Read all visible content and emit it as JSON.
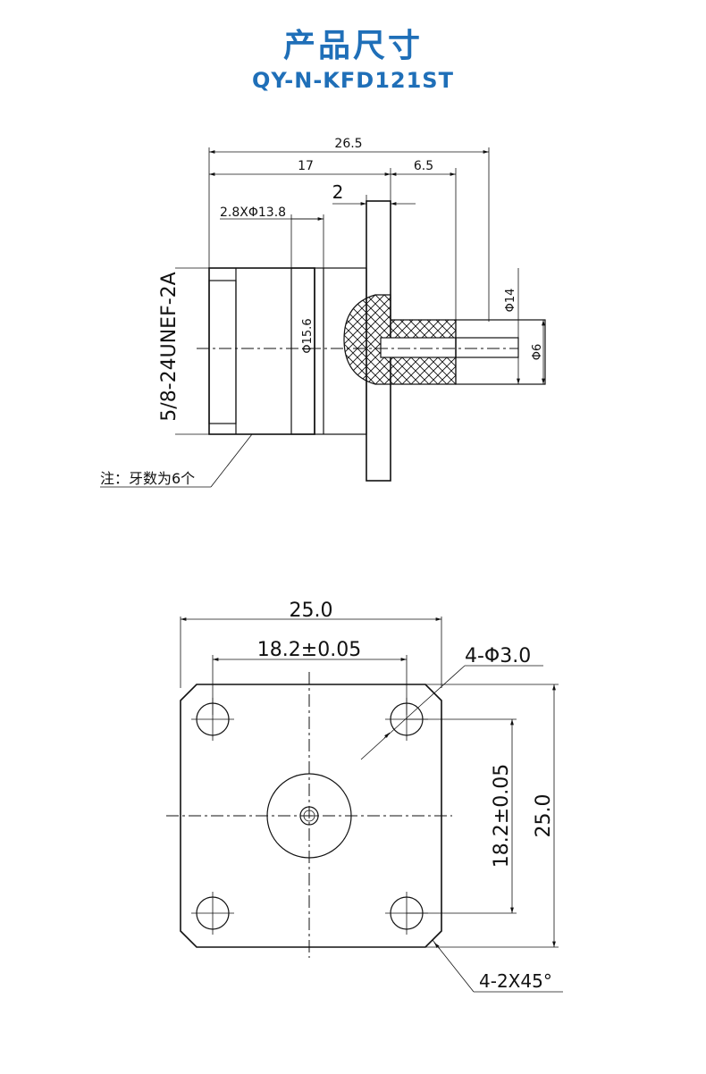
{
  "header": {
    "title": "产品尺寸",
    "model": "QY-N-KFD121ST"
  },
  "side_view": {
    "dim_overall": "26.5",
    "dim_body": "17",
    "dim_pin": "6.5",
    "dim_flange": "2",
    "dim_bore": "2.8XΦ13.8",
    "dim_dia_body": "Φ15.6",
    "dim_dia_14": "Φ14",
    "dim_dia_6": "Φ6",
    "thread": "5/8-24UNEF-2A",
    "note": "注：牙数为6个"
  },
  "front_view": {
    "dim_width": "25.0",
    "dim_hole_spacing": "18.2±0.05",
    "dim_holes": "4-Φ3.0",
    "dim_hole_spacing_v": "18.2±0.05",
    "dim_height": "25.0",
    "dim_chamfer": "4-2X45°"
  },
  "colors": {
    "title": "#1f6fb8",
    "line": "#111111"
  }
}
